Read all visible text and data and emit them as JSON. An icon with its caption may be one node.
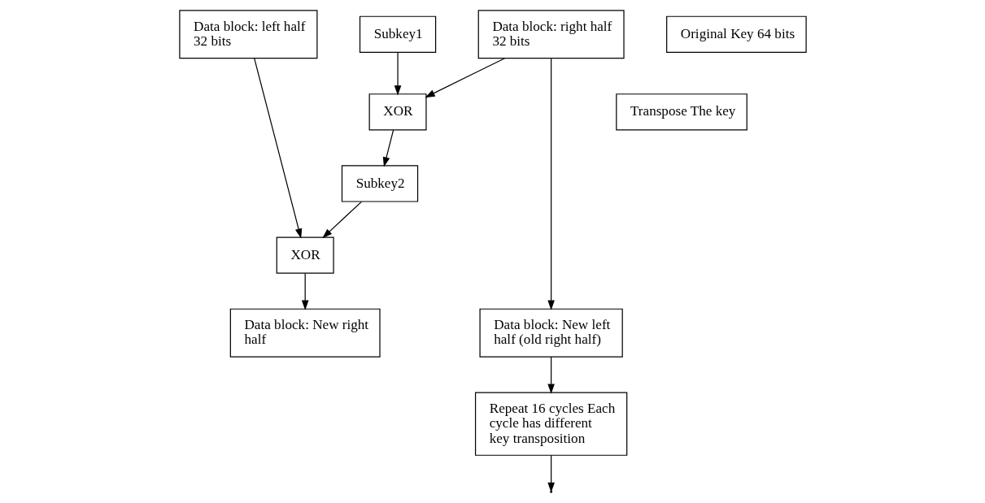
{
  "diagram": {
    "nodes": [
      {
        "text": [
          "Data block: left half 32 bits"
        ]
      },
      {
        "text": [
          "Data block: right half 32 bits"
        ]
      },
      {
        "text": [
          "Original Key 64 bits"
        ]
      },
      {
        "text": [
          "Transpose The key"
        ]
      },
      {
        "text": [
          "XOR"
        ]
      },
      {
        "text": [
          "Subkey1"
        ]
      },
      {
        "text": [
          "Subkey2"
        ]
      },
      {
        "text": [
          "Repeat 16 cycles Each cycle has different key transposition"
        ]
      },
      {
        "text": [
          "XOR"
        ]
      },
      {
        "text": [
          "Data block: New left half (old right half)"
        ]
      },
      {
        "text": [
          "Data block: New right half"
        ]
      }
    ],
    "edges": [
      {
        "from": 1,
        "to": 4,
        "arrow": "to"
      },
      {
        "from": 5,
        "to": 4,
        "arrow": "to"
      },
      {
        "from": 4,
        "to": 6,
        "arrow": "to"
      },
      {
        "from": 6,
        "to": 8,
        "arrow": "to"
      },
      {
        "from": 0,
        "to": 8,
        "arrow": "to"
      },
      {
        "from": 1,
        "to": 9,
        "arrow": "to"
      },
      {
        "from": 8,
        "to": 10,
        "arrow": "to"
      },
      {
        "from": 9,
        "to": 7,
        "arrow": "to"
      },
      {
        "from": 7,
        "to": null,
        "arrow": "to"
      }
    ]
  }
}
